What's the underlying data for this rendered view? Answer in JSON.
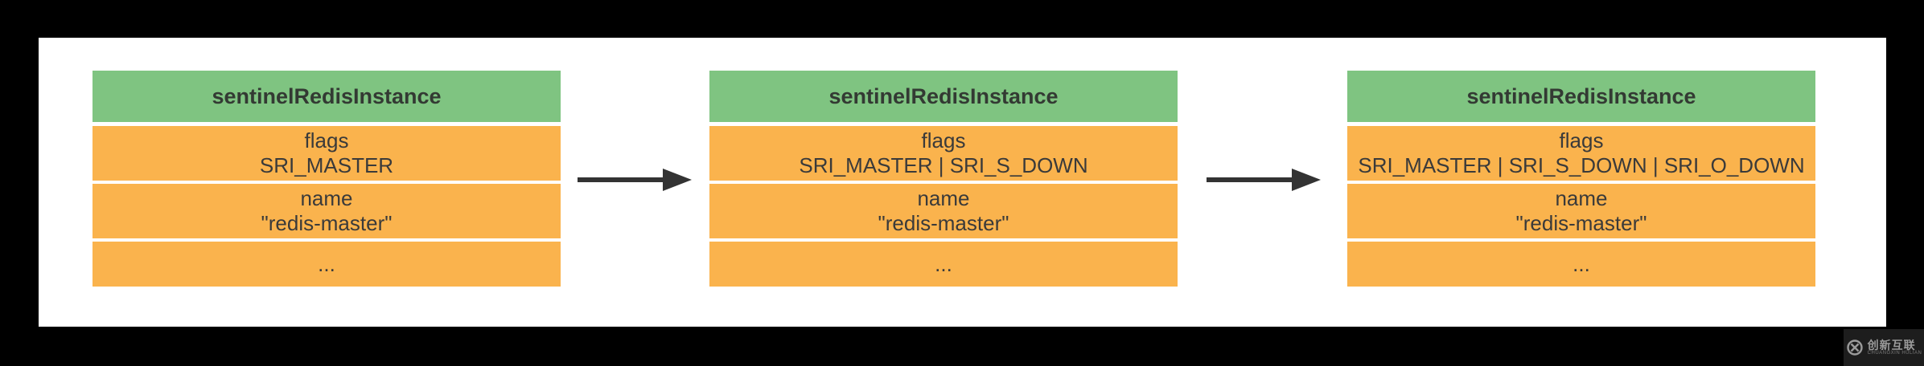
{
  "diagram": {
    "boxes": [
      {
        "header": "sentinelRedisInstance",
        "rows": [
          {
            "line1": "flags",
            "line2": "SRI_MASTER"
          },
          {
            "line1": "name",
            "line2": "\"redis-master\""
          },
          {
            "line1": "...",
            "line2": ""
          }
        ]
      },
      {
        "header": "sentinelRedisInstance",
        "rows": [
          {
            "line1": "flags",
            "line2": "SRI_MASTER | SRI_S_DOWN"
          },
          {
            "line1": "name",
            "line2": "\"redis-master\""
          },
          {
            "line1": "...",
            "line2": ""
          }
        ]
      },
      {
        "header": "sentinelRedisInstance",
        "rows": [
          {
            "line1": "flags",
            "line2": "SRI_MASTER | SRI_S_DOWN | SRI_O_DOWN"
          },
          {
            "line1": "name",
            "line2": "\"redis-master\""
          },
          {
            "line1": "...",
            "line2": ""
          }
        ]
      }
    ],
    "colors": {
      "header_bg": "#7fc481",
      "row_bg": "#fab34d",
      "text": "#3a3a3a",
      "arrow": "#333333",
      "canvas": "#ffffff",
      "frame": "#000000"
    }
  },
  "watermark": {
    "brand": "创新互联",
    "tagline": "CHUANGXIN HULIAN"
  }
}
